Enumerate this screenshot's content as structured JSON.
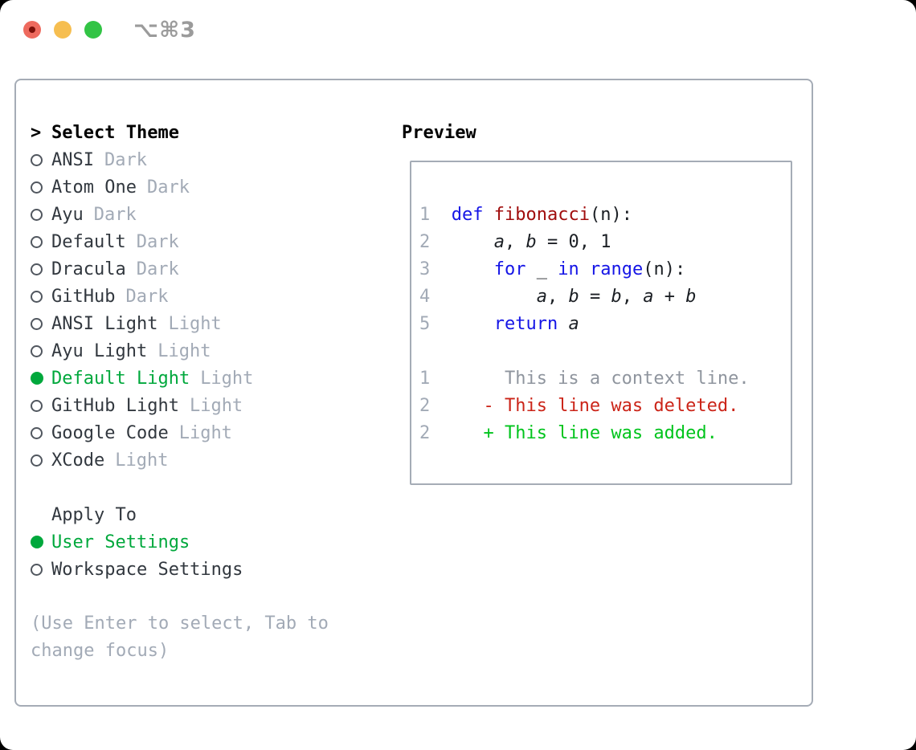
{
  "window": {
    "title": "⌥⌘3",
    "traffic_lights": [
      "close",
      "minimize",
      "zoom"
    ]
  },
  "colors": {
    "accent_green": "#00a83c",
    "diff_green": "#00c41c",
    "diff_red": "#cb2418",
    "keyword_blue": "#1515e6",
    "function_red": "#a00d0d",
    "muted_gray": "#a2aab6",
    "context_gray": "#8f959e",
    "panel_border": "#a5acb6",
    "title_gray": "#9b9b9b",
    "traffic_red": "#ee6a5e",
    "traffic_yellow": "#f6be50",
    "traffic_green": "#32c445"
  },
  "theme_list": {
    "heading_prefix": ">",
    "heading": "Select Theme",
    "items": [
      {
        "name": "ANSI",
        "tag": "Dark",
        "selected": false
      },
      {
        "name": "Atom One",
        "tag": "Dark",
        "selected": false
      },
      {
        "name": "Ayu",
        "tag": "Dark",
        "selected": false
      },
      {
        "name": "Default",
        "tag": "Dark",
        "selected": false
      },
      {
        "name": "Dracula",
        "tag": "Dark",
        "selected": false
      },
      {
        "name": "GitHub",
        "tag": "Dark",
        "selected": false
      },
      {
        "name": "ANSI Light",
        "tag": "Light",
        "selected": false
      },
      {
        "name": "Ayu Light",
        "tag": "Light",
        "selected": false
      },
      {
        "name": "Default Light",
        "tag": "Light",
        "selected": true
      },
      {
        "name": "GitHub Light",
        "tag": "Light",
        "selected": false
      },
      {
        "name": "Google Code",
        "tag": "Light",
        "selected": false
      },
      {
        "name": "XCode",
        "tag": "Light",
        "selected": false
      }
    ]
  },
  "apply_to": {
    "heading": "Apply To",
    "options": [
      {
        "name": "User Settings",
        "selected": true
      },
      {
        "name": "Workspace Settings",
        "selected": false
      }
    ]
  },
  "footer_hint": "(Use Enter to select, Tab to change focus)",
  "preview": {
    "heading": "Preview",
    "code_lines": [
      {
        "num": "1",
        "tokens": [
          {
            "text": "def",
            "type": "keyword"
          },
          {
            "text": " ",
            "type": "plain"
          },
          {
            "text": "fibonacci",
            "type": "function"
          },
          {
            "text": "(n):",
            "type": "plain"
          }
        ]
      },
      {
        "num": "2",
        "tokens": [
          {
            "text": "    ",
            "type": "plain"
          },
          {
            "text": "a",
            "type": "variable"
          },
          {
            "text": ", ",
            "type": "plain"
          },
          {
            "text": "b",
            "type": "variable"
          },
          {
            "text": " = 0, 1",
            "type": "plain"
          }
        ]
      },
      {
        "num": "3",
        "tokens": [
          {
            "text": "    ",
            "type": "plain"
          },
          {
            "text": "for",
            "type": "keyword"
          },
          {
            "text": " _ ",
            "type": "plain"
          },
          {
            "text": "in",
            "type": "keyword"
          },
          {
            "text": " ",
            "type": "plain"
          },
          {
            "text": "range",
            "type": "keyword"
          },
          {
            "text": "(n):",
            "type": "plain"
          }
        ]
      },
      {
        "num": "4",
        "tokens": [
          {
            "text": "        ",
            "type": "plain"
          },
          {
            "text": "a",
            "type": "variable"
          },
          {
            "text": ", ",
            "type": "plain"
          },
          {
            "text": "b",
            "type": "variable"
          },
          {
            "text": " = ",
            "type": "plain"
          },
          {
            "text": "b",
            "type": "variable"
          },
          {
            "text": ", ",
            "type": "plain"
          },
          {
            "text": "a",
            "type": "variable"
          },
          {
            "text": " + ",
            "type": "plain"
          },
          {
            "text": "b",
            "type": "variable"
          }
        ]
      },
      {
        "num": "5",
        "tokens": [
          {
            "text": "    ",
            "type": "plain"
          },
          {
            "text": "return",
            "type": "keyword"
          },
          {
            "text": " ",
            "type": "plain"
          },
          {
            "text": "a",
            "type": "variable"
          }
        ]
      }
    ],
    "diff_lines": [
      {
        "num": "1",
        "marker": "",
        "text": "This is a context line.",
        "type": "context"
      },
      {
        "num": "2",
        "marker": "-",
        "text": "This line was deleted.",
        "type": "deleted"
      },
      {
        "num": "2",
        "marker": "+",
        "text": "This line was added.",
        "type": "added"
      }
    ]
  }
}
